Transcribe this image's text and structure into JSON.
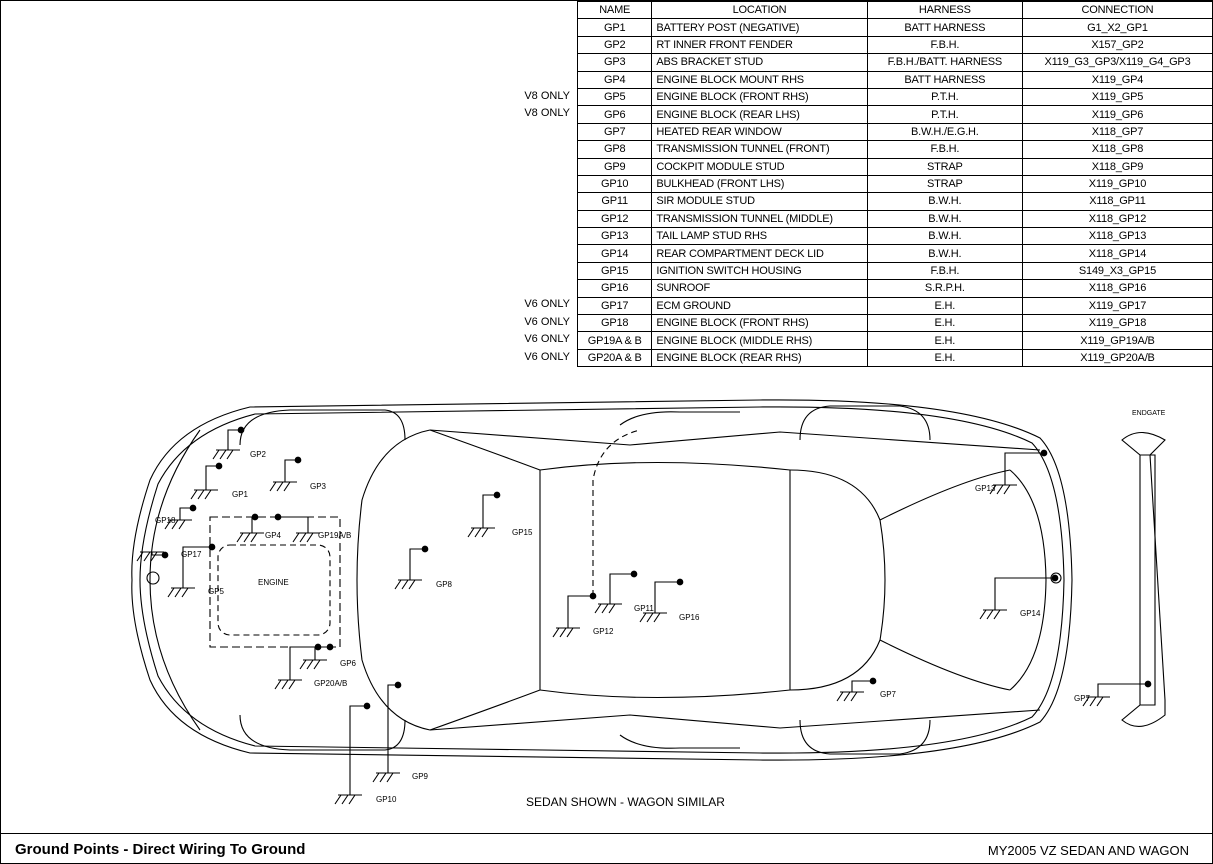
{
  "table": {
    "headers": [
      "NAME",
      "LOCATION",
      "HARNESS",
      "CONNECTION"
    ],
    "rows": [
      {
        "note": "",
        "name": "GP1",
        "location": "BATTERY POST (NEGATIVE)",
        "harness": "BATT HARNESS",
        "connection": "G1_X2_GP1"
      },
      {
        "note": "",
        "name": "GP2",
        "location": "RT INNER FRONT FENDER",
        "harness": "F.B.H.",
        "connection": "X157_GP2"
      },
      {
        "note": "",
        "name": "GP3",
        "location": "ABS BRACKET STUD",
        "harness": "F.B.H./BATT. HARNESS",
        "connection": "X119_G3_GP3/X119_G4_GP3"
      },
      {
        "note": "",
        "name": "GP4",
        "location": "ENGINE BLOCK MOUNT RHS",
        "harness": "BATT HARNESS",
        "connection": "X119_GP4"
      },
      {
        "note": "V8 ONLY",
        "name": "GP5",
        "location": "ENGINE BLOCK (FRONT RHS)",
        "harness": "P.T.H.",
        "connection": "X119_GP5"
      },
      {
        "note": "V8 ONLY",
        "name": "GP6",
        "location": "ENGINE BLOCK (REAR LHS)",
        "harness": "P.T.H.",
        "connection": "X119_GP6"
      },
      {
        "note": "",
        "name": "GP7",
        "location": "HEATED REAR WINDOW",
        "harness": "B.W.H./E.G.H.",
        "connection": "X118_GP7"
      },
      {
        "note": "",
        "name": "GP8",
        "location": "TRANSMISSION TUNNEL (FRONT)",
        "harness": "F.B.H.",
        "connection": "X118_GP8"
      },
      {
        "note": "",
        "name": "GP9",
        "location": "COCKPIT MODULE STUD",
        "harness": "STRAP",
        "connection": "X118_GP9"
      },
      {
        "note": "",
        "name": "GP10",
        "location": "BULKHEAD (FRONT LHS)",
        "harness": "STRAP",
        "connection": "X119_GP10"
      },
      {
        "note": "",
        "name": "GP11",
        "location": "SIR MODULE STUD",
        "harness": "B.W.H.",
        "connection": "X118_GP11"
      },
      {
        "note": "",
        "name": "GP12",
        "location": "TRANSMISSION TUNNEL (MIDDLE)",
        "harness": "B.W.H.",
        "connection": "X118_GP12"
      },
      {
        "note": "",
        "name": "GP13",
        "location": "TAIL LAMP STUD RHS",
        "harness": "B.W.H.",
        "connection": "X118_GP13"
      },
      {
        "note": "",
        "name": "GP14",
        "location": "REAR COMPARTMENT DECK LID",
        "harness": "B.W.H.",
        "connection": "X118_GP14"
      },
      {
        "note": "",
        "name": "GP15",
        "location": "IGNITION SWITCH HOUSING",
        "harness": "F.B.H.",
        "connection": "S149_X3_GP15"
      },
      {
        "note": "",
        "name": "GP16",
        "location": "SUNROOF",
        "harness": "S.R.P.H.",
        "connection": "X118_GP16"
      },
      {
        "note": "V6 ONLY",
        "name": "GP17",
        "location": "ECM GROUND",
        "harness": "E.H.",
        "connection": "X119_GP17"
      },
      {
        "note": "V6 ONLY",
        "name": "GP18",
        "location": "ENGINE BLOCK (FRONT RHS)",
        "harness": "E.H.",
        "connection": "X119_GP18"
      },
      {
        "note": "V6 ONLY",
        "name": "GP19A & B",
        "location": "ENGINE BLOCK (MIDDLE RHS)",
        "harness": "E.H.",
        "connection": "X119_GP19A/B"
      },
      {
        "note": "V6 ONLY",
        "name": "GP20A & B",
        "location": "ENGINE BLOCK (REAR RHS)",
        "harness": "E.H.",
        "connection": "X119_GP20A/B"
      }
    ]
  },
  "diagram": {
    "engine_label": "ENGINE",
    "endgate_label": "ENDGATE",
    "ground_labels": {
      "gp1": "GP1",
      "gp2": "GP2",
      "gp3": "GP3",
      "gp4": "GP4",
      "gp5": "GP5",
      "gp6": "GP6",
      "gp7_sedan": "GP7",
      "gp7_wagon": "GP7",
      "gp8": "GP8",
      "gp9": "GP9",
      "gp10": "GP10",
      "gp11": "GP11",
      "gp12": "GP12",
      "gp13": "GP13",
      "gp14": "GP14",
      "gp15": "GP15",
      "gp16": "GP16",
      "gp17": "GP17",
      "gp18": "GP18",
      "gp19ab": "GP19A/B",
      "gp20ab": "GP20A/B"
    },
    "caption": "SEDAN SHOWN - WAGON SIMILAR"
  },
  "footer": {
    "title": "Ground Points - Direct Wiring To Ground",
    "model": "MY2005 VZ SEDAN AND WAGON"
  }
}
